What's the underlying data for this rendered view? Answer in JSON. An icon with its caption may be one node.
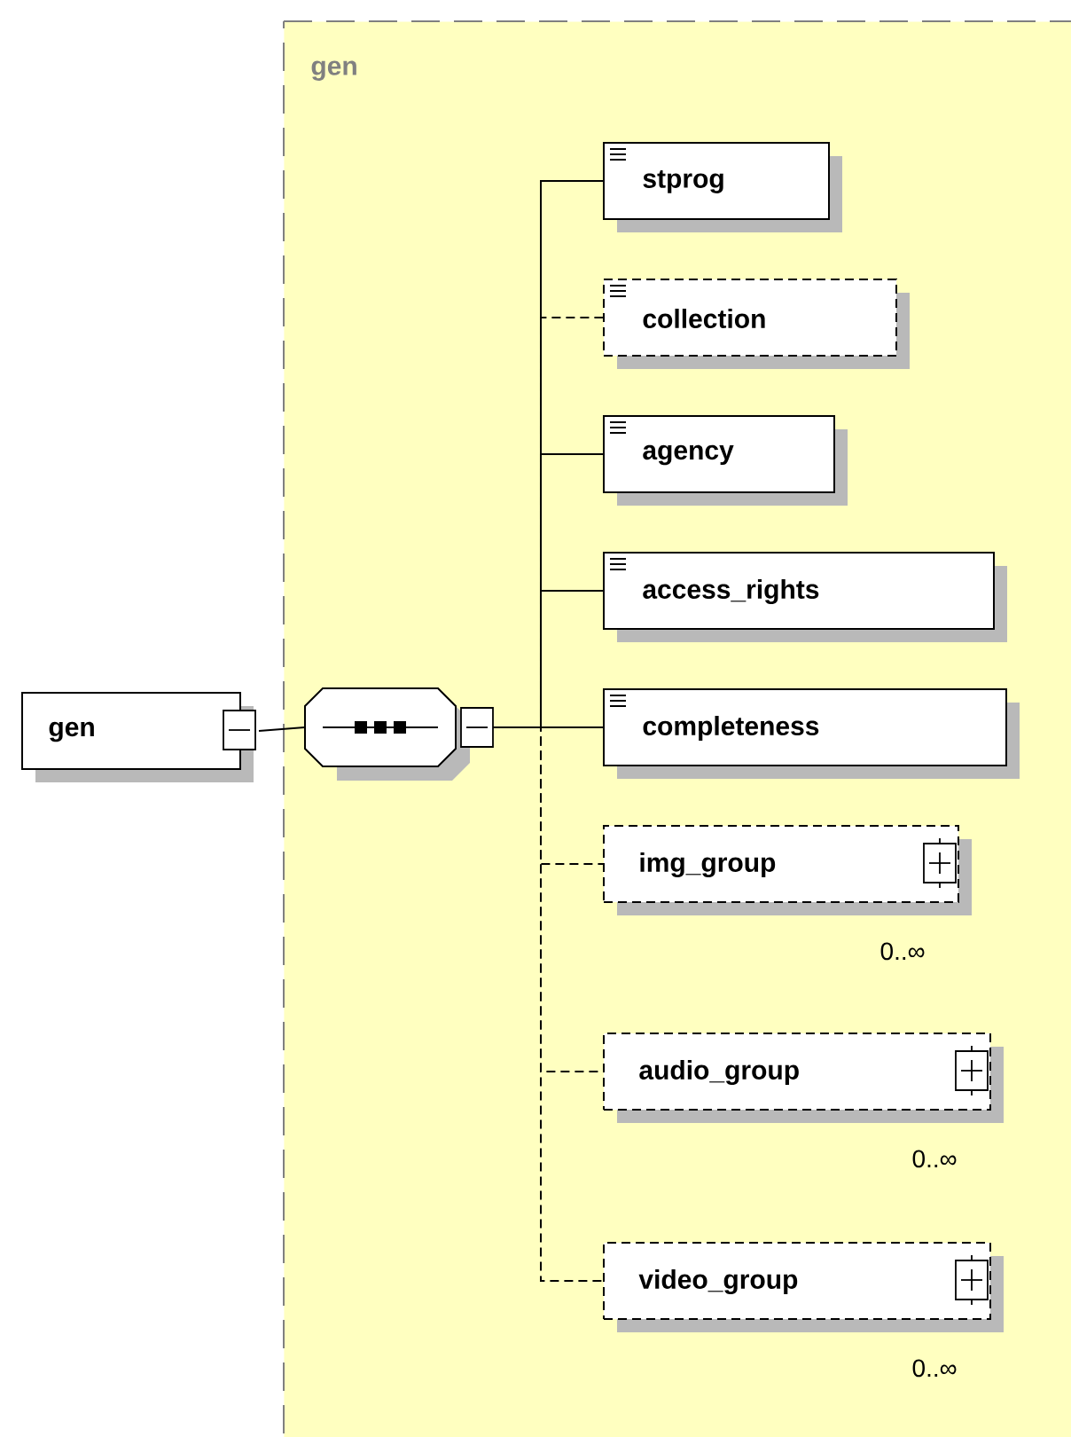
{
  "diagram": {
    "nodes": [
      {
        "text": [
          "gen"
        ]
      },
      {
        "text": [
          "gen"
        ]
      },
      {
        "text": [],
        "shape": "octagon",
        "in": 1
      },
      {
        "text": [
          "stprog"
        ],
        "in": 1
      },
      {
        "text": [
          "collection"
        ],
        "in": 1
      },
      {
        "text": [
          "agency"
        ],
        "in": 1
      },
      {
        "text": [
          "access_rights"
        ],
        "in": 1
      },
      {
        "text": [
          "completeness"
        ],
        "in": 1
      },
      {
        "text": [
          "img_group"
        ],
        "in": 1,
        "beside": [
          "0..∞"
        ]
      },
      {
        "text": [
          "audio_group"
        ],
        "in": 1,
        "beside": [
          "0..∞"
        ]
      },
      {
        "text": [
          "video_group"
        ],
        "in": 1,
        "beside": [
          "0..∞"
        ]
      }
    ],
    "edges": [
      {
        "from": 0,
        "to": 2,
        "arrow": "none"
      },
      {
        "from": 2,
        "to": 3,
        "arrow": "none"
      },
      {
        "from": 2,
        "to": 4,
        "arrow": "none",
        "style": "dashed"
      },
      {
        "from": 2,
        "to": 5,
        "arrow": "none"
      },
      {
        "from": 2,
        "to": 6,
        "arrow": "none"
      },
      {
        "from": 2,
        "to": 7,
        "arrow": "none"
      },
      {
        "from": 2,
        "to": 8,
        "arrow": "none",
        "style": "dashed"
      },
      {
        "from": 2,
        "to": 9,
        "arrow": "none",
        "style": "dashed"
      },
      {
        "from": 2,
        "to": 10,
        "arrow": "none",
        "style": "dashed"
      }
    ]
  }
}
